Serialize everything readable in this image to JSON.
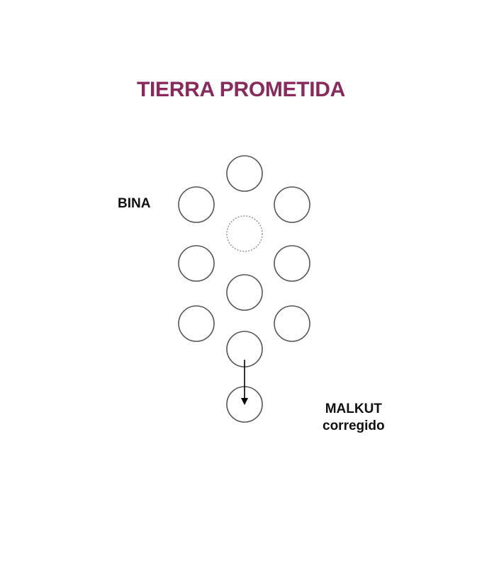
{
  "title": "TIERRA PROMETIDA",
  "labels": {
    "bina": "BINA",
    "malkut_line1": "MALKUT",
    "malkut_line2": "corregido"
  },
  "colors": {
    "title": "#8a2a5c",
    "text": "#111111",
    "circle_stroke": "#555555",
    "hidden_circle_stroke": "#9a9a9a"
  }
}
